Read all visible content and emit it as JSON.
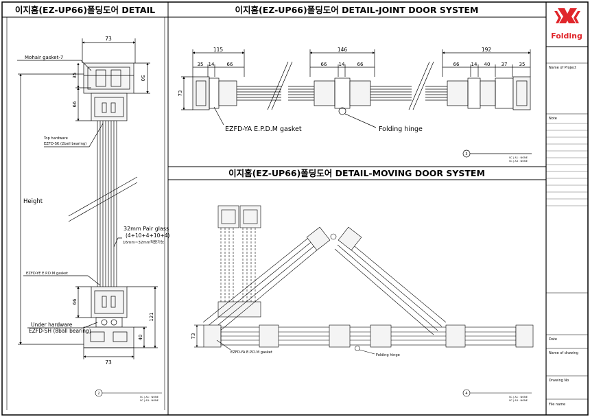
{
  "titles": {
    "detail": "이지홈(EZ-UP66)폴딩도어 DETAIL",
    "joint": "이지홈(EZ-UP66)폴딩도어 DETAIL-JOINT DOOR SYSTEM",
    "moving": "이지홈(EZ-UP66)폴딩도어 DETAIL-MOVING DOOR SYSTEM"
  },
  "detail": {
    "dim_top_width": "73",
    "dim_bottom_width": "73",
    "dim_35": "35",
    "dim_50": "50",
    "dim_66_top": "66",
    "dim_66_bottom": "66",
    "dim_121": "121",
    "dim_40": "40",
    "height_label": "Height",
    "mohair": "Mohair gasket-7",
    "top_hw_1": "Top hardware",
    "top_hw_2": "EZFD-SK (2ball bearing)",
    "glass_1": "32mm Pair glass",
    "glass_2": "(4+10+4+10+4)",
    "glass_3": "16mm~32mm적용가능",
    "gasket": "EZFD-YE E.P.D.M gasket",
    "under_hw_1": "Under hardware",
    "under_hw_2": "EZFD-SH (8ball bearing)",
    "ref_no": "2"
  },
  "joint": {
    "dims_top": [
      "115",
      "146",
      "192"
    ],
    "dims_sub": [
      "35",
      "14",
      "66",
      "66",
      "14",
      "66",
      "66",
      "14",
      "40",
      "37",
      "35"
    ],
    "dim_height": "73",
    "gasket": "EZFD-YA E.P.D.M gasket",
    "hinge": "Folding hinge",
    "ref_no": "3"
  },
  "moving": {
    "dim_height": "73",
    "gasket": "EZFD-YA E.P.D.M gasket",
    "hinge": "Folding hinge",
    "ref_no": "4"
  },
  "scale": {
    "line1": "SC  |  A1 : NONE",
    "line2": "SC  |  A3 : NONE"
  },
  "title_block": {
    "brand": "Folding",
    "name_of_project": "Name of Project",
    "note": "Note",
    "date": "Date",
    "name_of_drawing": "Name of drawing",
    "drawing_no": "Drawing No",
    "file_name": "File name"
  },
  "colors": {
    "brand_red": "#e0262b",
    "line": "#000000",
    "profile_fill": "#f2f2f2"
  }
}
